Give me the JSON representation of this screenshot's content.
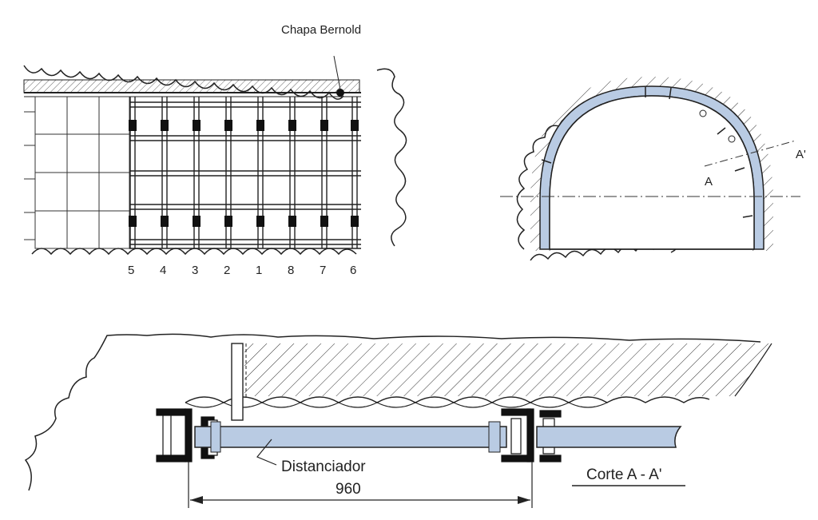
{
  "labels": {
    "sheet": "Chapa Bernold",
    "spacer": "Distanciador",
    "section": "Corte A - A'",
    "dimension": "960",
    "cut_a": "A",
    "cut_a_prime": "A'"
  },
  "frame_numbers": [
    "5",
    "4",
    "3",
    "2",
    "1",
    "8",
    "7",
    "6"
  ],
  "colors": {
    "lining_fill": "#b9cbe3",
    "line": "#222222",
    "rock_background": "#ffffff"
  }
}
